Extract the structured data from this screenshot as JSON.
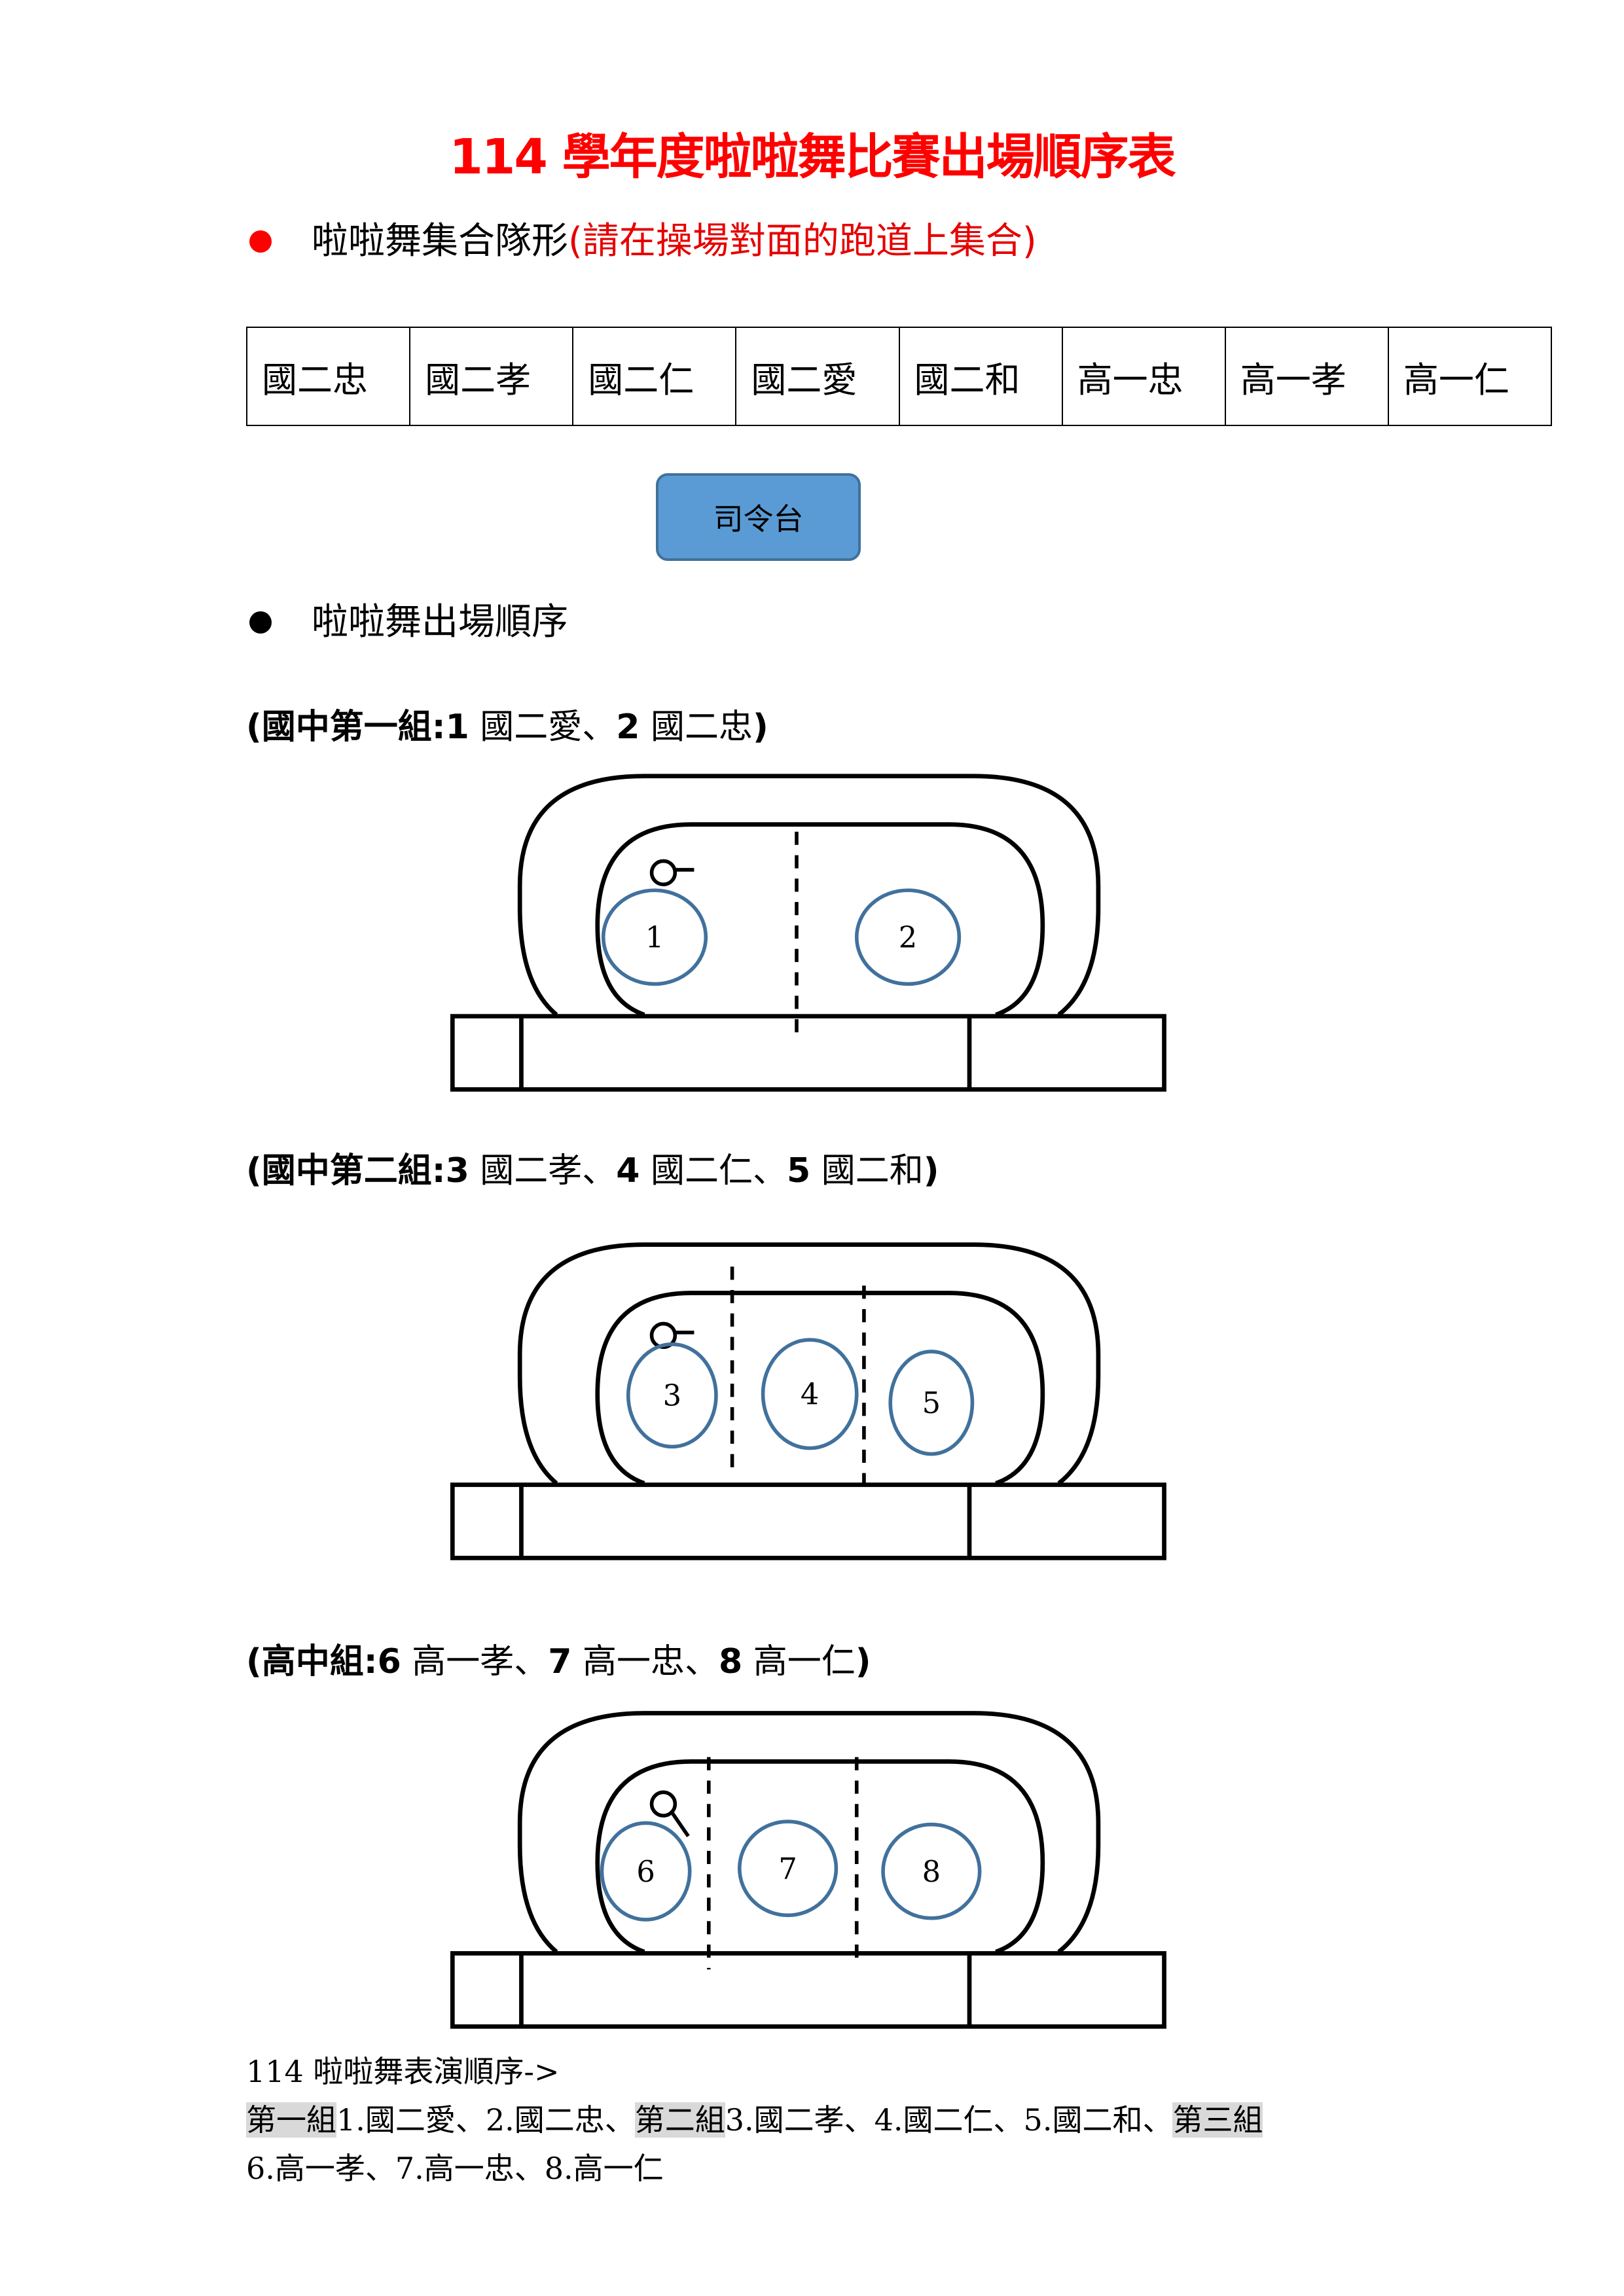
{
  "title": "114 學年度啦啦舞比賽出場順序表",
  "section1": {
    "label": "啦啦舞集合隊形",
    "note": "(請在操場對面的跑道上集合)",
    "formation": [
      "國二忠",
      "國二孝",
      "國二仁",
      "國二愛",
      "國二和",
      "高一忠",
      "高一孝",
      "高一仁"
    ],
    "stage_button": "司令台"
  },
  "section2": {
    "label": "啦啦舞出場順序"
  },
  "groups": [
    {
      "open": "(國中第一組:",
      "n1": "1",
      "c1": " 國二愛、",
      "n2": "2",
      "c2": " 國二忠",
      "close": ")",
      "circles": [
        "1",
        "2"
      ]
    },
    {
      "open": "(國中第二組:",
      "n1": "3",
      "c1": " 國二孝、",
      "n2": "4",
      "c2": " 國二仁、",
      "n3": "5",
      "c3": " 國二和",
      "close": ")",
      "circles": [
        "3",
        "4",
        "5"
      ]
    },
    {
      "open": "(高中組:",
      "n1": "6",
      "c1": " 高一孝、",
      "n2": "7",
      "c2": " 高一忠、",
      "n3": "8",
      "c3": " 高一仁",
      "close": ")",
      "circles": [
        "6",
        "7",
        "8"
      ]
    }
  ],
  "sequence": {
    "heading": "114 啦啦舞表演順序->",
    "g1": "第一組",
    "g1_items": "1.國二愛、2.國二忠、",
    "g2": "第二組",
    "g2_items": "3.國二孝、4.國二仁、5.國二和、",
    "g3": "第三組",
    "g3_items": "6.高一孝、7.高一忠、8.高一仁"
  },
  "colors": {
    "title": "#ff0000",
    "button": "#5b9bd5",
    "circle": "#41719c",
    "highlight": "#d9d9d9"
  }
}
